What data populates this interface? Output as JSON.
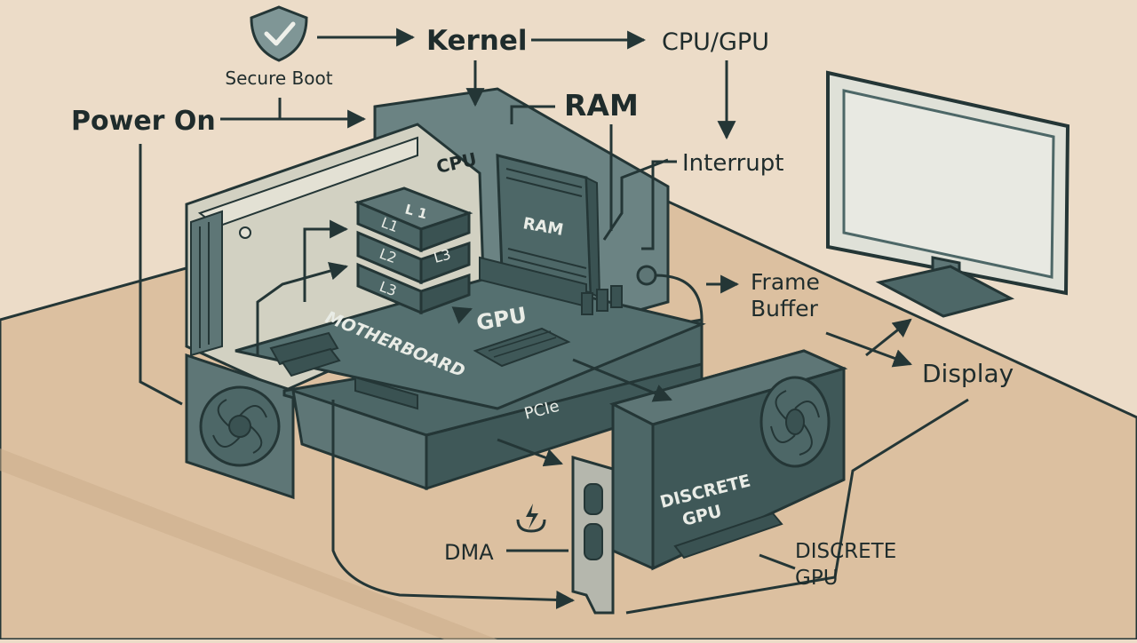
{
  "colors": {
    "background": "#ecdcc8",
    "table": "#dcc0a0",
    "case_light": "#d2d1c2",
    "case_dark": "#5e7676",
    "board": "#4d6767",
    "board_top": "#557070",
    "chip": "#435d5d",
    "outline": "#243636",
    "text": "#1f2c2c",
    "chip_text": "#e9ece6"
  },
  "flow": {
    "secure_boot": "Secure Boot",
    "kernel": "Kernel",
    "cpu_gpu": "CPU/GPU",
    "power_on": "Power On",
    "ram": "RAM",
    "interrupt": "Interrupt",
    "frame_buffer": [
      "Frame",
      "Buffer"
    ],
    "display": "Display",
    "dma": "DMA",
    "discrete_gpu": [
      "DISCRETE",
      "GPU"
    ]
  },
  "hardware": {
    "cpu": "CPU",
    "ram_module": "RAM",
    "cache": {
      "top": "L 1",
      "l1": "L1",
      "l2": "L2",
      "l3_right": "L3",
      "l3": "L3"
    },
    "motherboard": "MOTHERBOARD",
    "gpu": "GPU",
    "pcie": "PCIe",
    "card_label": [
      "DISCRETE",
      "GPU"
    ]
  }
}
